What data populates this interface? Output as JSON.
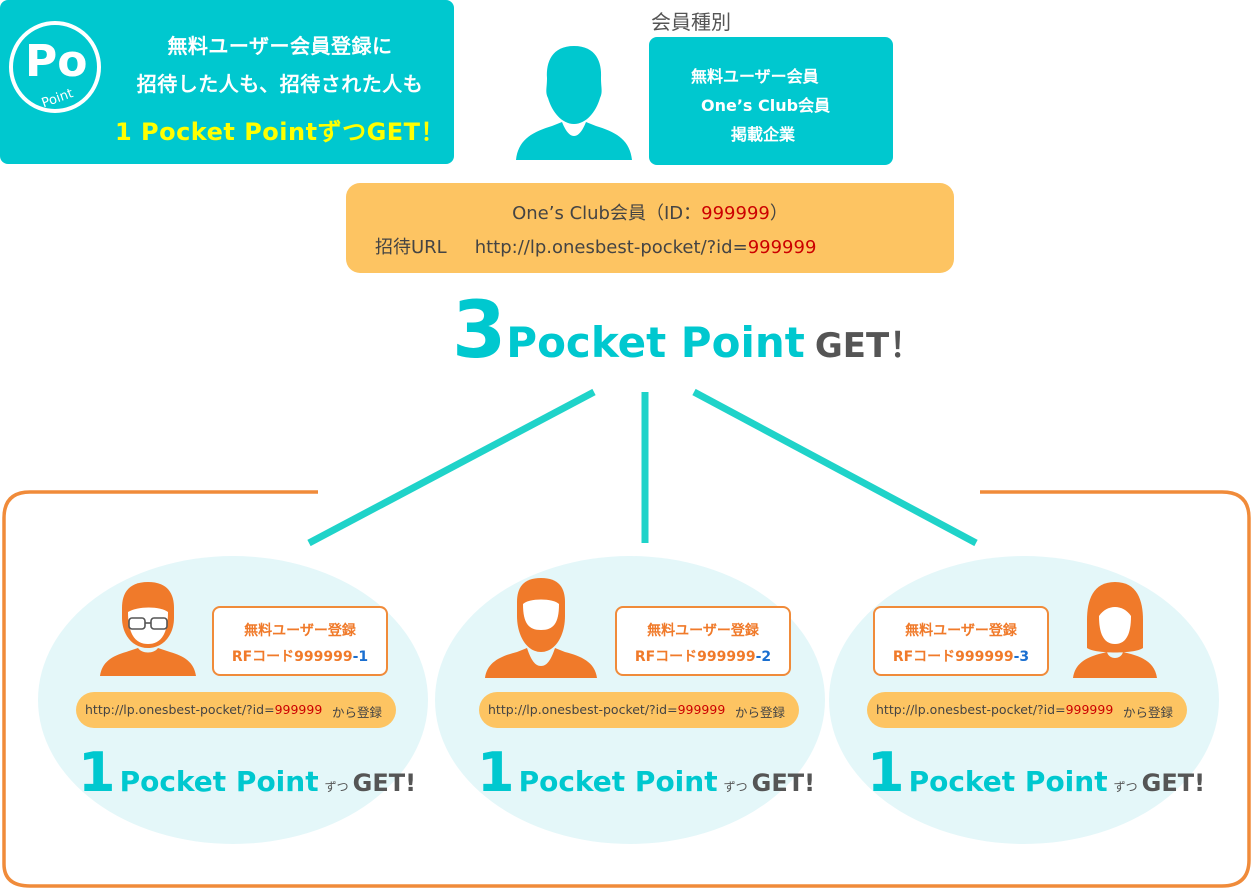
{
  "banner": {
    "logo_letters": "Po",
    "logo_word": "Point",
    "line1": "無料ユーザー会員登録に",
    "line2": "招待した人も、招待された人も",
    "line3": "1 Pocket PointずつGET！"
  },
  "member_types": {
    "label": "会員種別",
    "items": [
      "無料ユーザー会員",
      "One’s Club会員",
      "掲載企業"
    ]
  },
  "info": {
    "member_prefix": "One’s Club会員（ID：",
    "member_id": "999999",
    "member_suffix": "）",
    "url_label": "招待URL",
    "url_base": "http://lp.onesbest-pocket/?id=",
    "url_id": "999999"
  },
  "headline": {
    "number": "3",
    "text": "Pocket Point",
    "get": "GET！"
  },
  "invitees": [
    {
      "avatar": "man-glasses-avatar",
      "signup_label": "無料ユーザー登録",
      "rf_prefix": "RFコード999999",
      "rf_suffix": "-1",
      "url_base": "http://lp.onesbest-pocket/?id=",
      "url_id": "999999",
      "register_label": "から登録",
      "points_number": "1",
      "points_text": "Pocket Point",
      "points_zutsu": "ずつ",
      "points_get": "GET!"
    },
    {
      "avatar": "man-beard-avatar",
      "signup_label": "無料ユーザー登録",
      "rf_prefix": "RFコード999999",
      "rf_suffix": "-2",
      "url_base": "http://lp.onesbest-pocket/?id=",
      "url_id": "999999",
      "register_label": "から登録",
      "points_number": "1",
      "points_text": "Pocket Point",
      "points_zutsu": "ずつ",
      "points_get": "GET!"
    },
    {
      "avatar": "woman-avatar",
      "signup_label": "無料ユーザー登録",
      "rf_prefix": "RFコード999999",
      "rf_suffix": "-3",
      "url_base": "http://lp.onesbest-pocket/?id=",
      "url_id": "999999",
      "register_label": "から登録",
      "points_number": "1",
      "points_text": "Pocket Point",
      "points_zutsu": "ずつ",
      "points_get": "GET!"
    }
  ],
  "colors": {
    "teal": "#00c8cf",
    "orange": "#f08b3a",
    "yellow_orange": "#fdc462",
    "red_id": "#cc0000",
    "blue_suffix": "#1a6fd0",
    "light_teal_bg": "#e4f7f9"
  }
}
